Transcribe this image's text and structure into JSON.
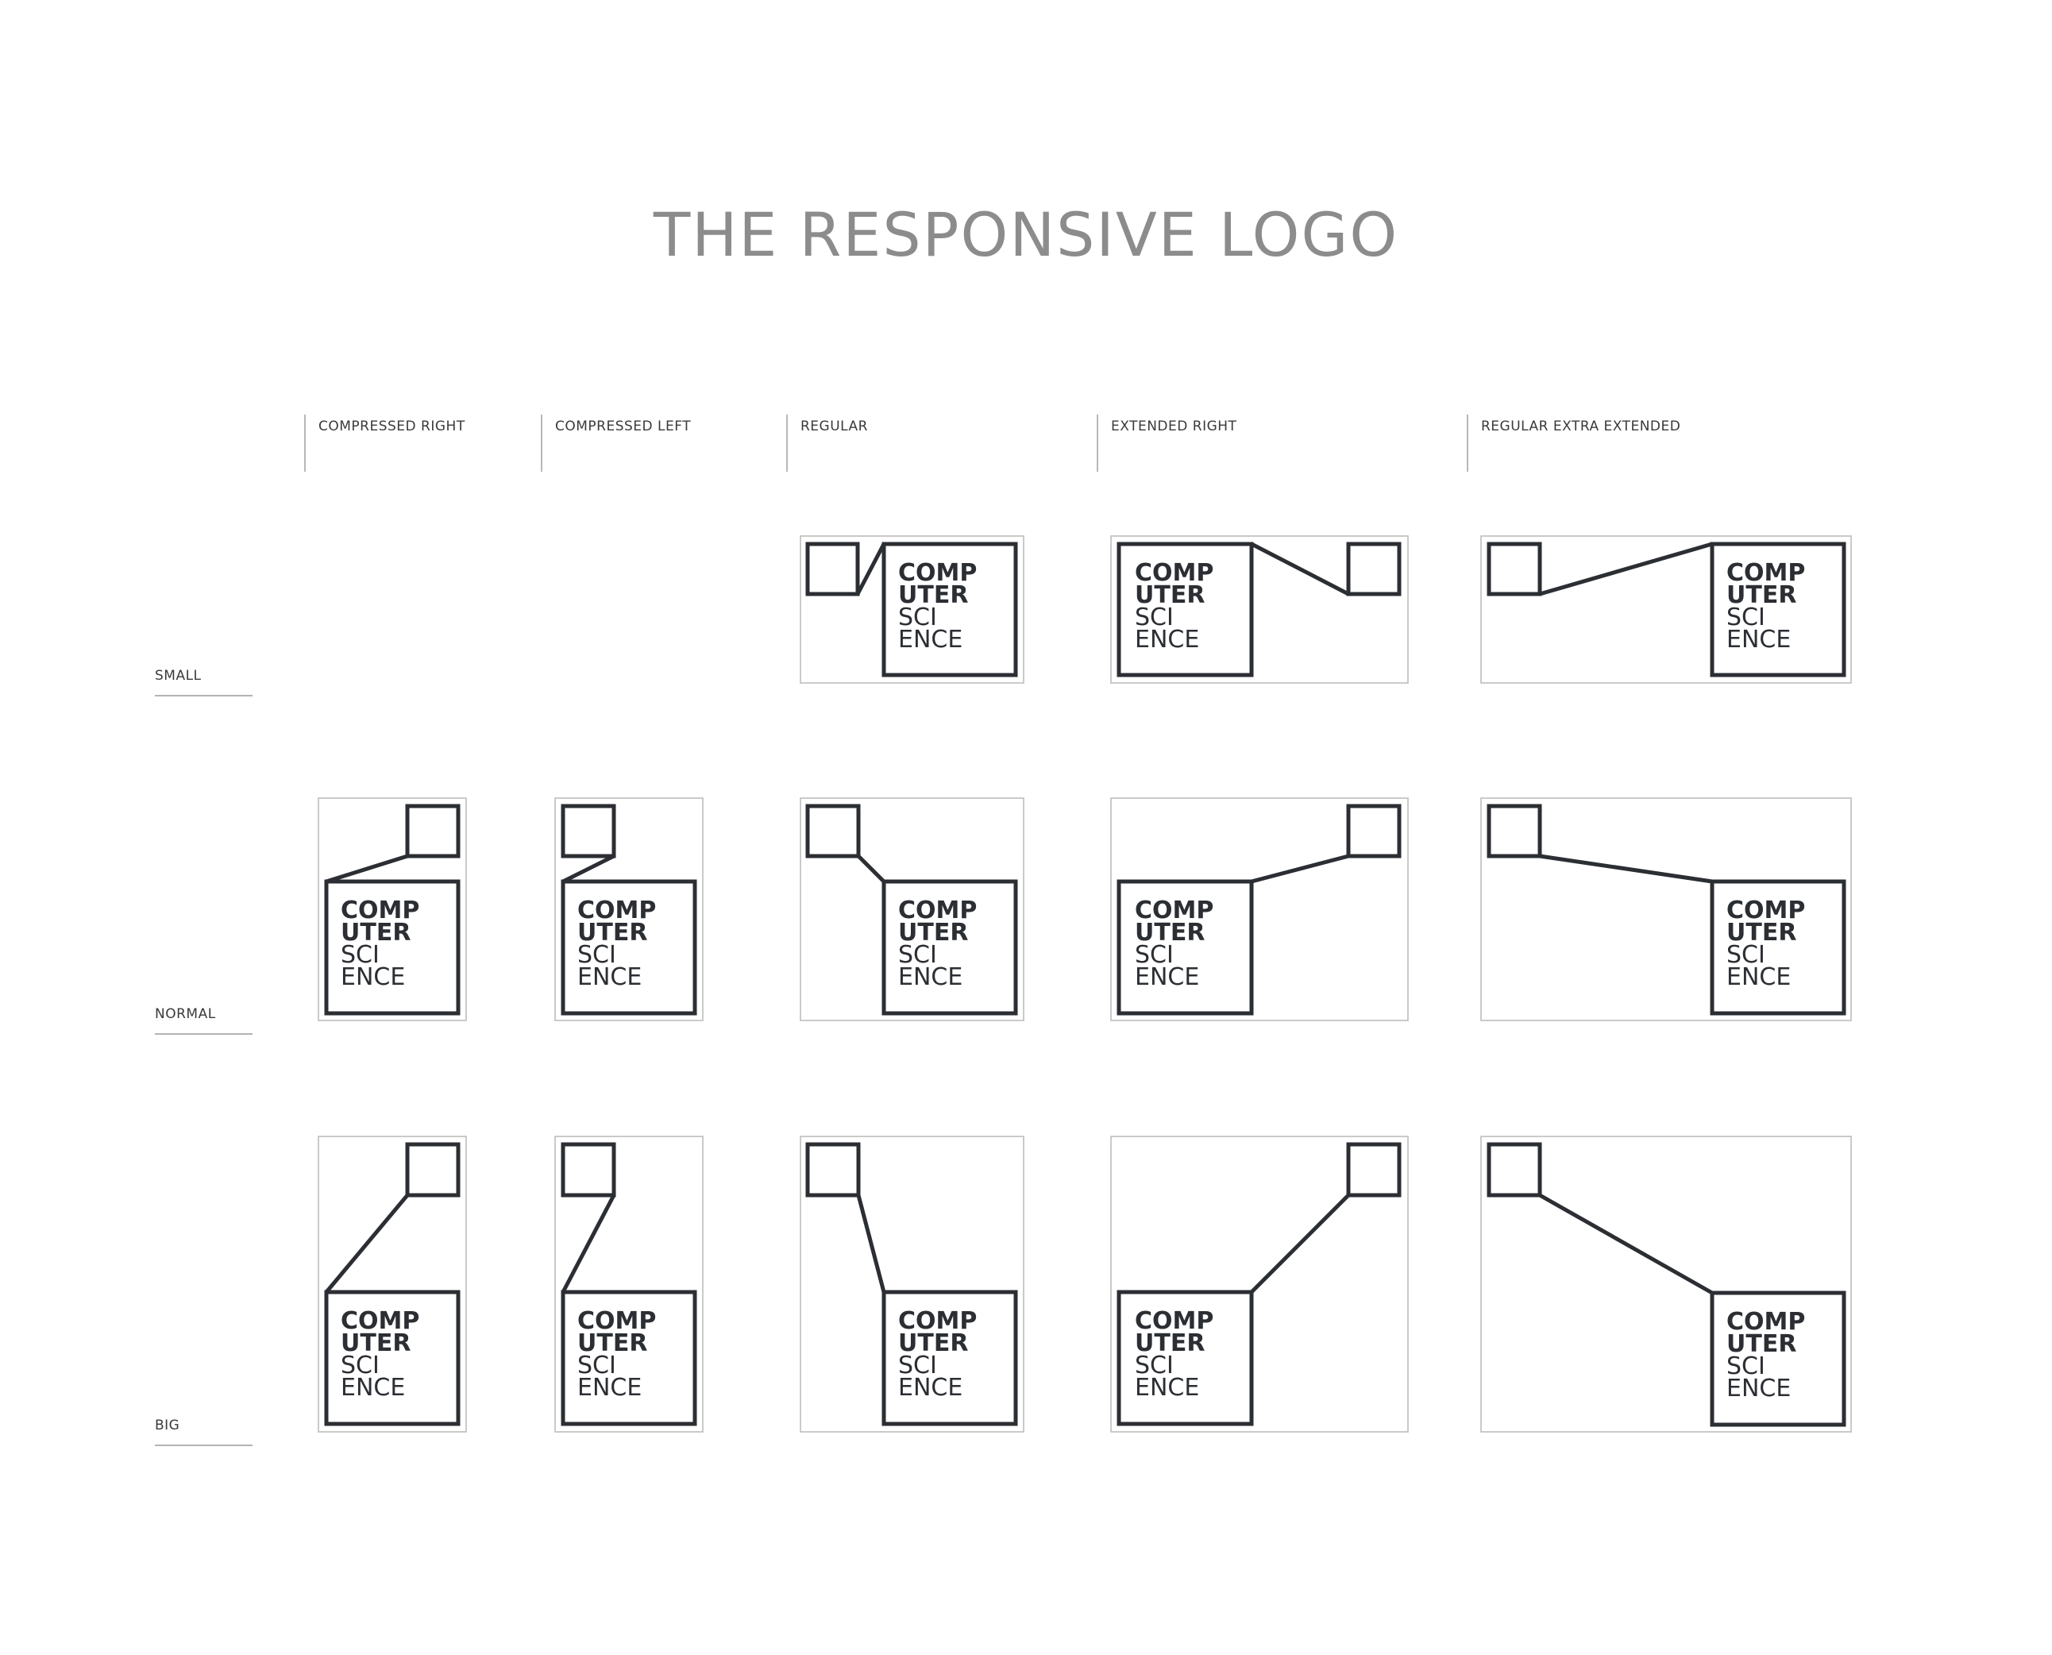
{
  "title": "THE RESPONSIVE LOGO",
  "columns": [
    "COMPRESSED RIGHT",
    "COMPRESSED LEFT",
    "REGULAR",
    "EXTENDED RIGHT",
    "REGULAR EXTRA EXTENDED"
  ],
  "rows": [
    "SMALL",
    "NORMAL",
    "BIG"
  ],
  "logo_lines": [
    "COMP",
    "UTER",
    "SCI",
    "ENCE"
  ],
  "colors": {
    "mark": "#2b2e33",
    "title": "#8c8c8c",
    "frame": "#bdbdbd"
  }
}
